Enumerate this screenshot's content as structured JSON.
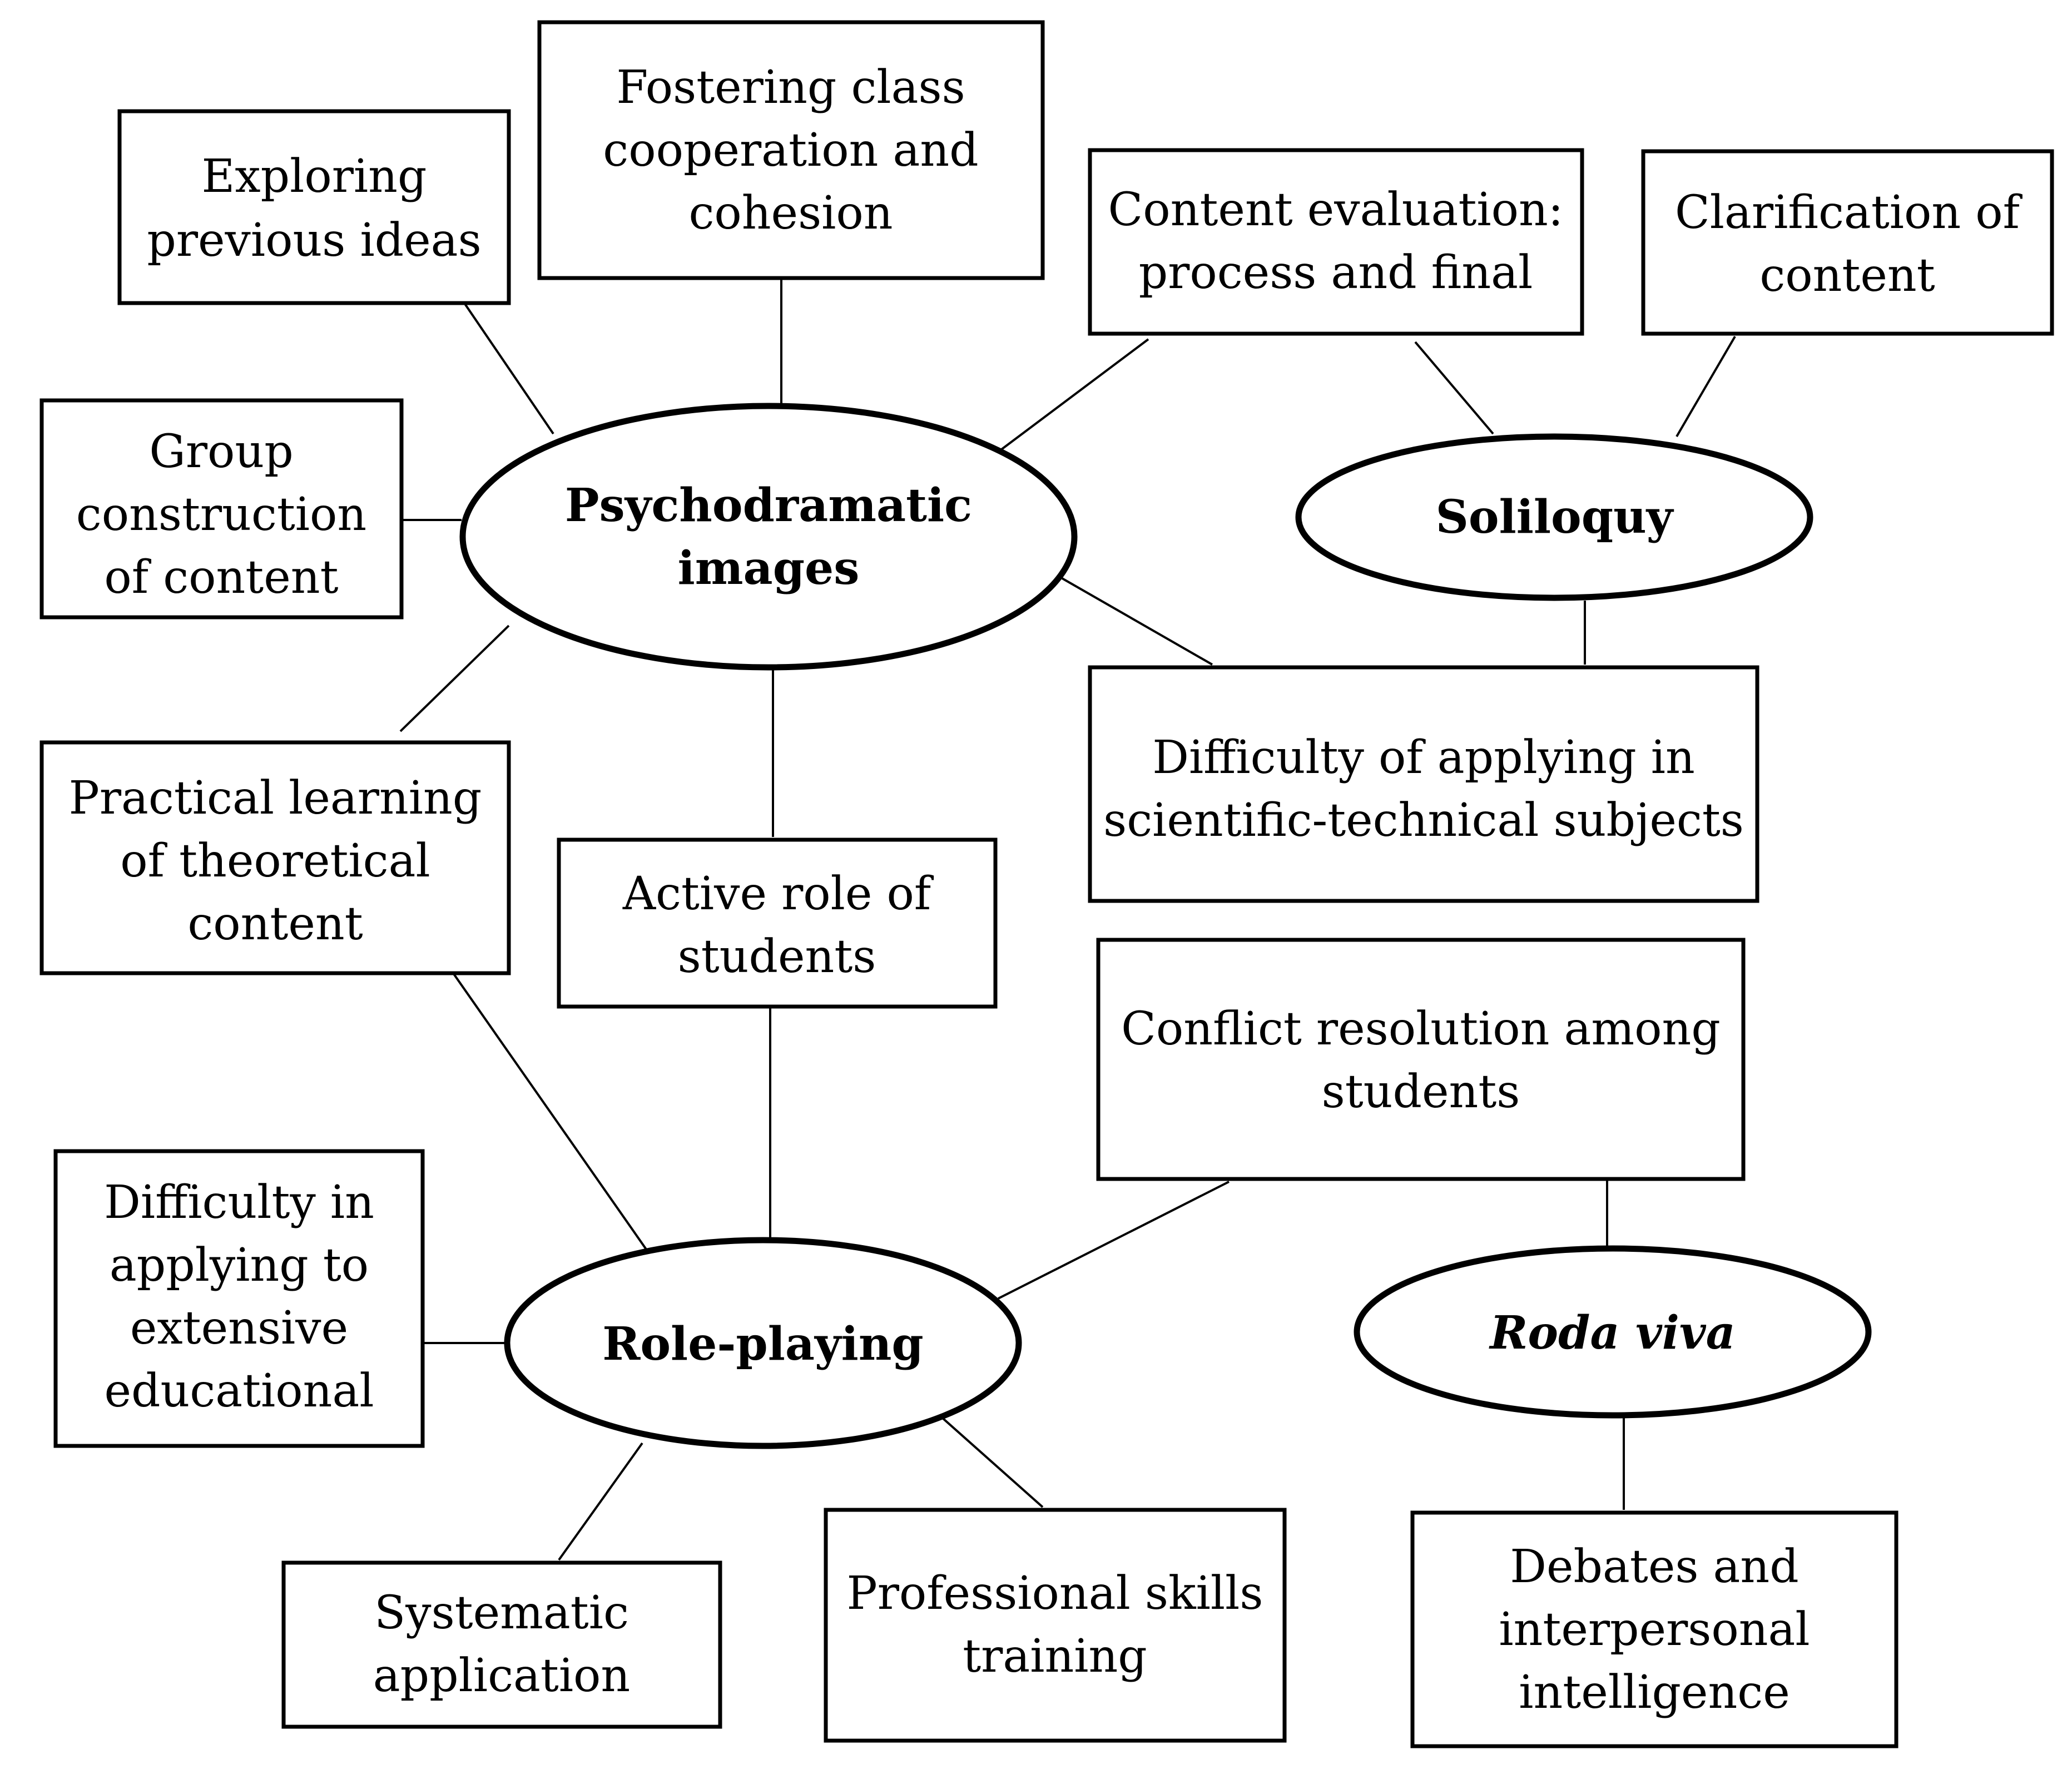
{
  "nodes": {
    "psychodramatic_images": {
      "lines": [
        "Psychodramatic",
        "images"
      ]
    },
    "soliloquy": {
      "lines": [
        "Soliloquy"
      ]
    },
    "role_playing": {
      "lines": [
        "Role-playing"
      ]
    },
    "roda_viva": {
      "lines": [
        "Roda viva"
      ]
    },
    "exploring_previous_ideas": {
      "lines": [
        "Exploring",
        "previous ideas"
      ]
    },
    "fostering_class_cooperation": {
      "lines": [
        "Fostering class",
        "cooperation and",
        "cohesion"
      ]
    },
    "content_evaluation": {
      "lines": [
        "Content evaluation:",
        "process and final"
      ]
    },
    "clarification_of_content": {
      "lines": [
        "Clarification of",
        "content"
      ]
    },
    "group_construction": {
      "lines": [
        "Group",
        "construction",
        "of content"
      ]
    },
    "difficulty_scientific_technical": {
      "lines": [
        "Difficulty of applying in",
        "scientific-technical subjects"
      ]
    },
    "practical_learning": {
      "lines": [
        "Practical learning",
        "of theoretical",
        "content"
      ]
    },
    "active_role_students": {
      "lines": [
        "Active role of",
        "students"
      ]
    },
    "conflict_resolution": {
      "lines": [
        "Conflict resolution among",
        "students"
      ]
    },
    "difficulty_extensive": {
      "lines": [
        "Difficulty in",
        "applying to",
        "extensive",
        "educational"
      ]
    },
    "systematic_application": {
      "lines": [
        "Systematic",
        "application"
      ]
    },
    "professional_skills": {
      "lines": [
        "Professional skills",
        "training"
      ]
    },
    "debates_interpersonal": {
      "lines": [
        "Debates and",
        "interpersonal",
        "intelligence"
      ]
    }
  }
}
